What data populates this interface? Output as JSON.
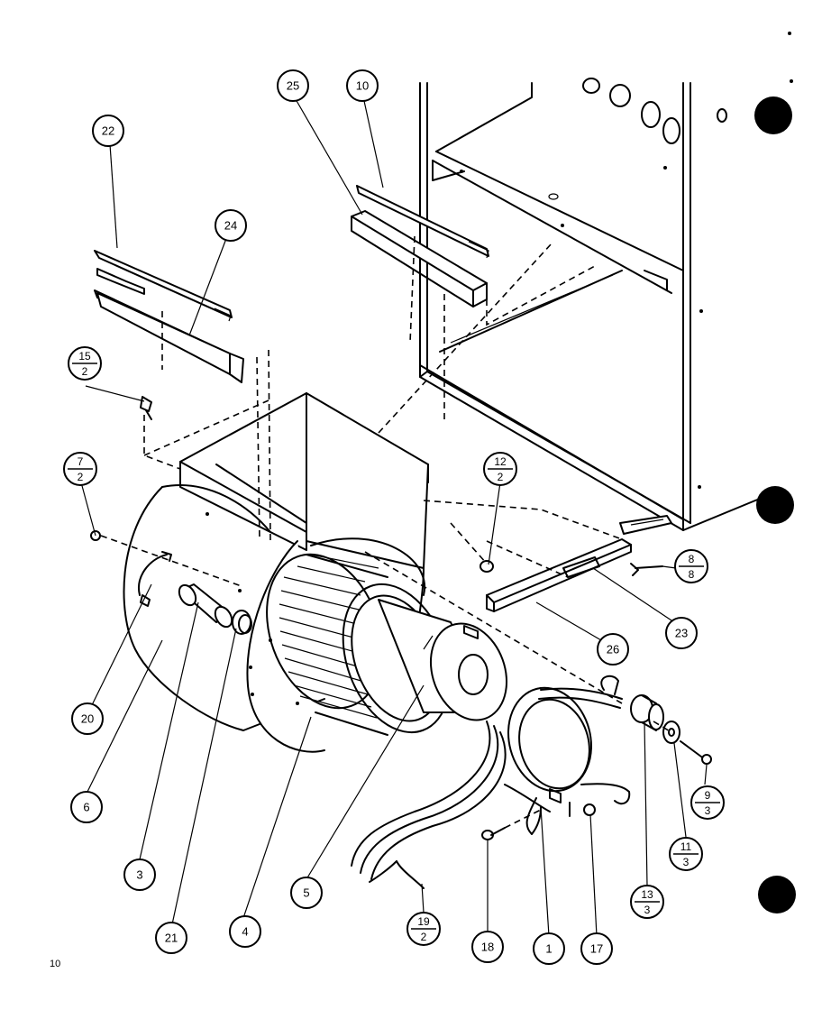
{
  "callouts": {
    "c1": "1",
    "c3": "3",
    "c4": "4",
    "c5": "5",
    "c6": "6",
    "c10": "10",
    "c17": "17",
    "c18": "18",
    "c20": "20",
    "c21": "21",
    "c22": "22",
    "c23": "23",
    "c24": "24",
    "c25": "25",
    "c26": "26"
  },
  "fractions": {
    "f7": {
      "top": "7",
      "bottom": "2"
    },
    "f8": {
      "top": "8",
      "bottom": "8"
    },
    "f9": {
      "top": "9",
      "bottom": "3"
    },
    "f11": {
      "top": "11",
      "bottom": "3"
    },
    "f12": {
      "top": "12",
      "bottom": "2"
    },
    "f13": {
      "top": "13",
      "bottom": "3"
    },
    "f15": {
      "top": "15",
      "bottom": "2"
    },
    "f19": {
      "top": "19",
      "bottom": "2"
    }
  },
  "corner_mark": "10"
}
